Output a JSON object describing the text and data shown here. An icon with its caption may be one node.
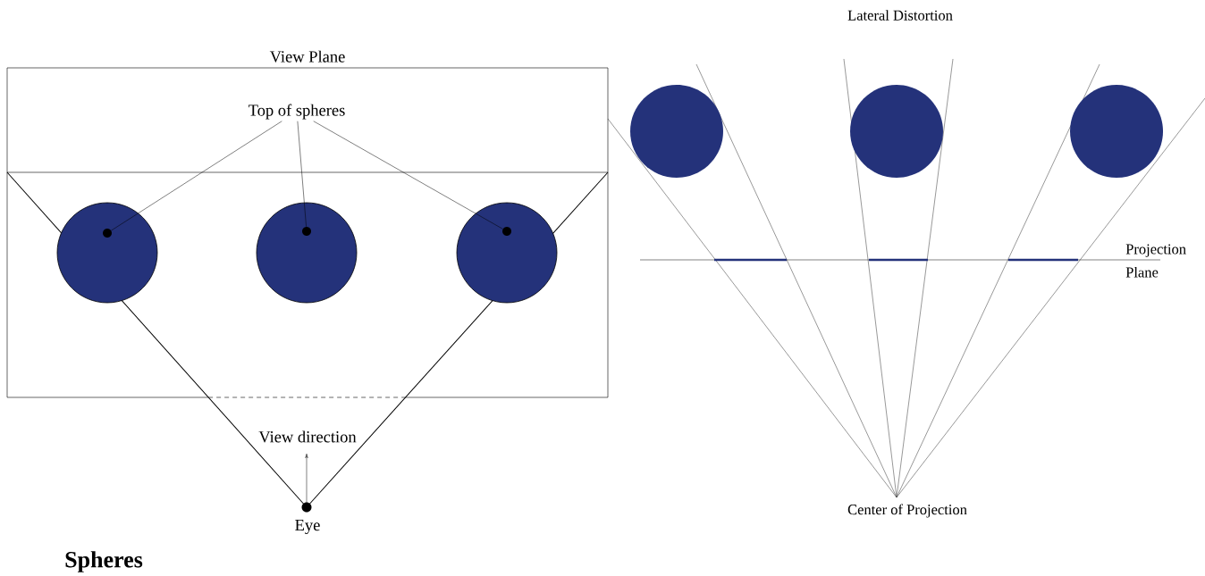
{
  "diagram": {
    "title": "Lateral Distortion",
    "caption": "Spheres",
    "nodes": [
      {
        "text": [
          "View Plane"
        ]
      },
      {
        "text": [
          "Top of spheres"
        ],
        "in": 0
      },
      {
        "text": [],
        "shape": "circle",
        "in": 0
      },
      {
        "text": [],
        "shape": "circle",
        "in": 2
      },
      {
        "text": [],
        "shape": "circle",
        "in": 0
      },
      {
        "text": [],
        "shape": "circle",
        "in": 4
      },
      {
        "text": [],
        "shape": "circle",
        "in": 0
      },
      {
        "text": [],
        "shape": "circle",
        "in": 6
      },
      {
        "text": [],
        "shape": "circle"
      },
      {
        "text": [],
        "shape": "circle"
      },
      {
        "text": [],
        "shape": "circle"
      }
    ],
    "edges": [
      {
        "from": 1,
        "to": 3,
        "arrow": "none"
      },
      {
        "from": 1,
        "to": 5,
        "arrow": "none"
      },
      {
        "from": 1,
        "to": 7,
        "arrow": "none"
      }
    ],
    "labels": [
      "View direction",
      "Eye",
      "Projection Plane",
      "Center of Projection"
    ]
  }
}
